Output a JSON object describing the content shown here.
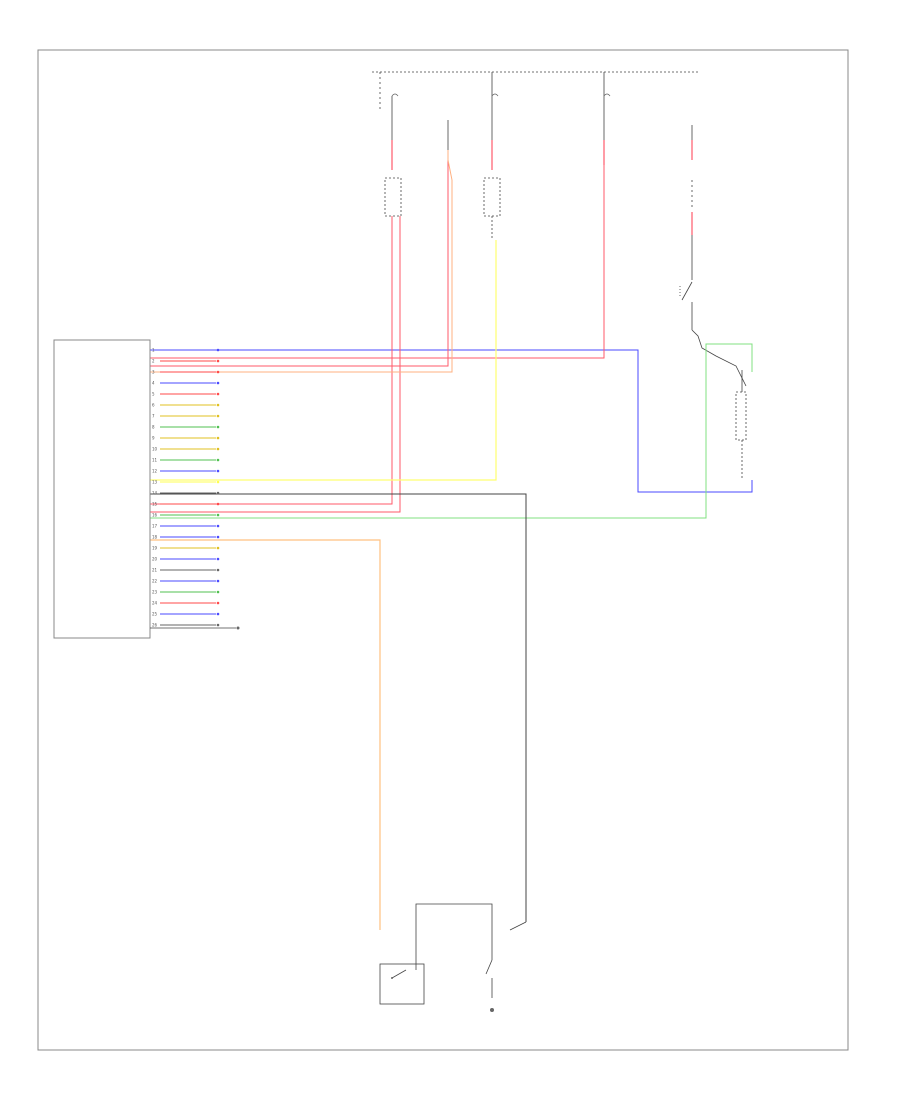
{
  "diagram": {
    "page_ref": "",
    "bus_labels": [
      "",
      "",
      ""
    ],
    "ecu": {
      "name": "",
      "pins": [
        {
          "no": "1",
          "name": "",
          "wire": "",
          "dest": "",
          "color": "#4a4aff"
        },
        {
          "no": "2",
          "name": "",
          "wire": "",
          "dest": "",
          "color": "#ff4a4a"
        },
        {
          "no": "3",
          "name": "",
          "wire": "",
          "dest": "",
          "color": "#ff4a4a"
        },
        {
          "no": "4",
          "name": "",
          "wire": "",
          "dest": "",
          "color": "#4a4aff"
        },
        {
          "no": "5",
          "name": "",
          "wire": "",
          "dest": "",
          "color": "#ff4a4a"
        },
        {
          "no": "6",
          "name": "",
          "wire": "",
          "dest": "",
          "color": "#e0c020"
        },
        {
          "no": "7",
          "name": "",
          "wire": "",
          "dest": "",
          "color": "#e0c020"
        },
        {
          "no": "8",
          "name": "",
          "wire": "",
          "dest": "",
          "color": "#50c050"
        },
        {
          "no": "9",
          "name": "",
          "wire": "",
          "dest": "",
          "color": "#e0c020"
        },
        {
          "no": "10",
          "name": "",
          "wire": "",
          "dest": "",
          "color": "#e0c020"
        },
        {
          "no": "11",
          "name": "",
          "wire": "",
          "dest": "",
          "color": "#50c050"
        },
        {
          "no": "12",
          "name": "",
          "wire": "",
          "dest": "",
          "color": "#4a4aff"
        },
        {
          "no": "13",
          "name": "",
          "wire": "",
          "dest": "",
          "color": "#ffff50"
        },
        {
          "no": "14",
          "name": "",
          "wire": "",
          "dest": "",
          "color": "#666666"
        },
        {
          "no": "15",
          "name": "",
          "wire": "",
          "dest": "",
          "color": "#ff4a4a"
        },
        {
          "no": "16",
          "name": "",
          "wire": "",
          "dest": "",
          "color": "#50c050"
        },
        {
          "no": "17",
          "name": "",
          "wire": "",
          "dest": "",
          "color": "#4a4aff"
        },
        {
          "no": "18",
          "name": "",
          "wire": "",
          "dest": "",
          "color": "#4a4aff"
        },
        {
          "no": "19",
          "name": "",
          "wire": "",
          "dest": "",
          "color": "#e0c020"
        },
        {
          "no": "20",
          "name": "",
          "wire": "",
          "dest": "",
          "color": "#4a4aff"
        },
        {
          "no": "21",
          "name": "",
          "wire": "",
          "dest": "",
          "color": "#666666"
        },
        {
          "no": "22",
          "name": "",
          "wire": "",
          "dest": "",
          "color": "#4a4aff"
        },
        {
          "no": "23",
          "name": "",
          "wire": "",
          "dest": "",
          "color": "#50c050"
        },
        {
          "no": "24",
          "name": "",
          "wire": "",
          "dest": "",
          "color": "#ff4a4a"
        },
        {
          "no": "25",
          "name": "",
          "wire": "",
          "dest": "",
          "color": "#4a4aff"
        },
        {
          "no": "26",
          "name": "",
          "wire": "",
          "dest": "",
          "color": "#666666"
        }
      ]
    },
    "wire_colors": {
      "blue": "#4a4aff",
      "red": "#ff5a6a",
      "orange": "#ffb080",
      "yellow": "#ffff70",
      "green": "#80e080",
      "black": "#444444"
    }
  }
}
